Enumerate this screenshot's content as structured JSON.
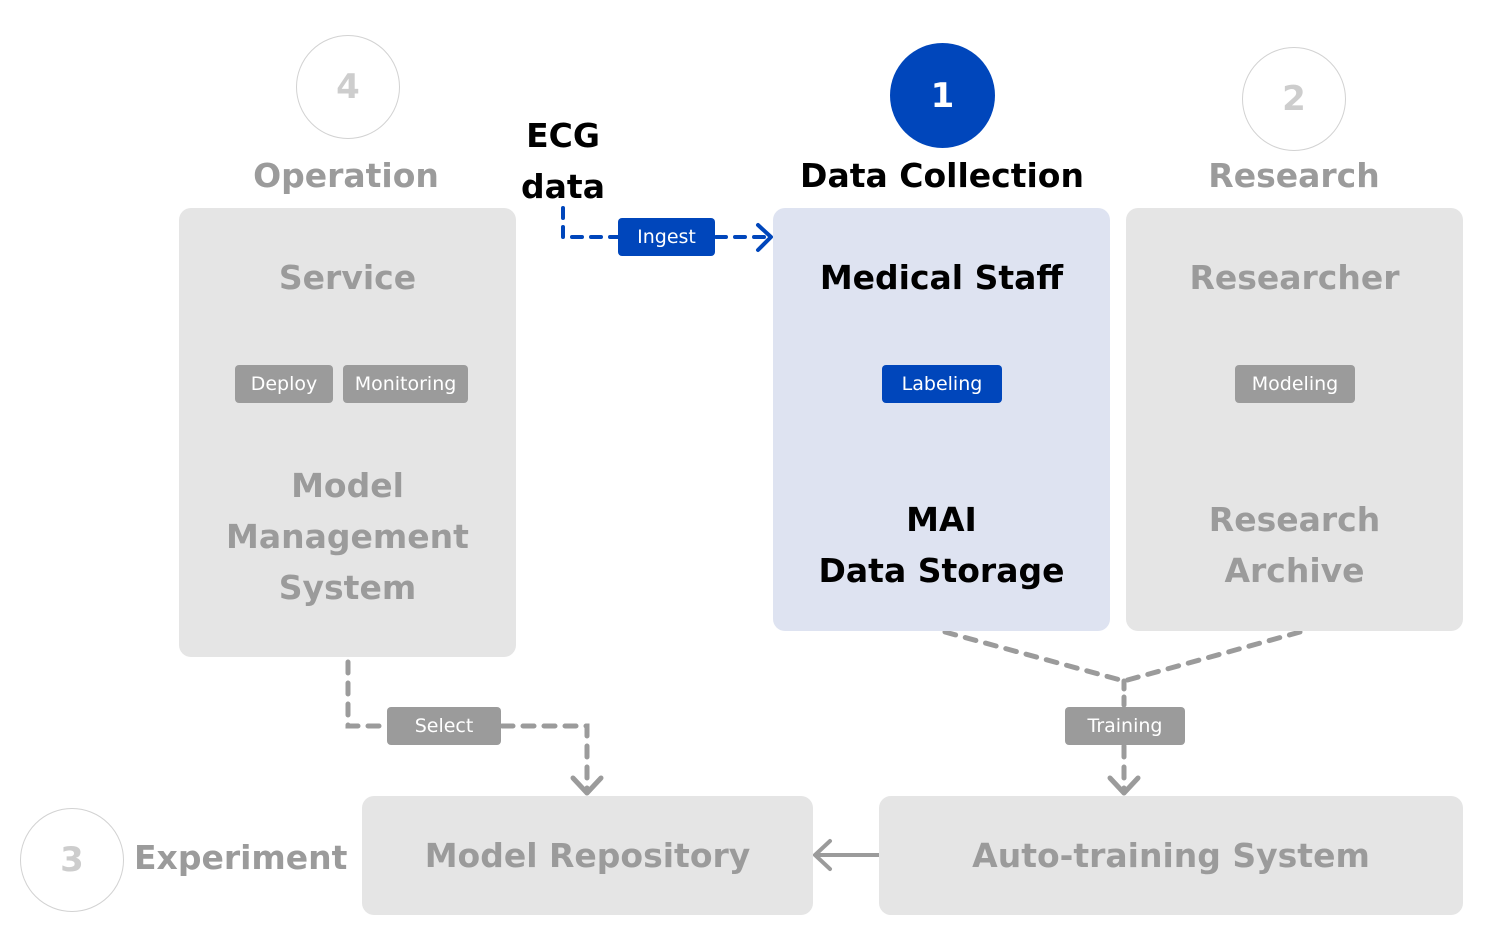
{
  "colors": {
    "accent": "#0046bb",
    "inactive_text": "#9b9b9b",
    "inactive_panel": "#e5e5e5",
    "active_panel": "#dee3f1",
    "circle_border": "#d2d2d2"
  },
  "source": {
    "label_line1": "ECG",
    "label_line2": "data"
  },
  "stages": {
    "data_collection": {
      "number": "1",
      "title": "Data Collection",
      "active": true,
      "top_node": "Medical Staff",
      "flow_label": "Labeling",
      "bottom_node_line1": "MAI",
      "bottom_node_line2": "Data Storage"
    },
    "research": {
      "number": "2",
      "title": "Research",
      "active": false,
      "top_node": "Researcher",
      "flow_label": "Modeling",
      "bottom_node_line1": "Research",
      "bottom_node_line2": "Archive"
    },
    "experiment": {
      "number": "3",
      "title": "Experiment",
      "active": false,
      "left_node": "Model Repository",
      "right_node": "Auto-training System"
    },
    "operation": {
      "number": "4",
      "title": "Operation",
      "active": false,
      "top_node": "Service",
      "flow_labels": [
        "Deploy",
        "Monitoring"
      ],
      "bottom_node_lines": [
        "Model",
        "Management",
        "System"
      ]
    }
  },
  "connectors": {
    "ingest": "Ingest",
    "select": "Select",
    "training": "Training"
  }
}
